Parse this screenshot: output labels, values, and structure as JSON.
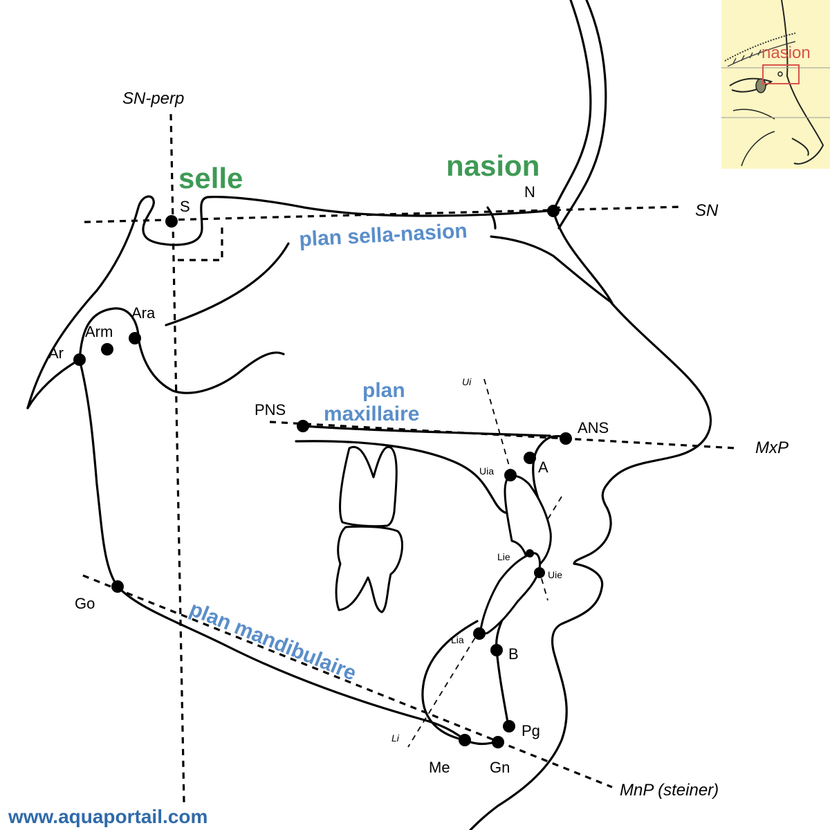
{
  "headings": {
    "selle": "selle",
    "nasion": "nasion"
  },
  "planes": {
    "sella_nasion": "plan sella-nasion",
    "maxillaire_line1": "plan",
    "maxillaire_line2": "maxillaire",
    "mandibulaire": "plan mandibulaire"
  },
  "reference_lines": {
    "sn_perp": "SN-perp",
    "sn": "SN",
    "mxp": "MxP",
    "mnp": "MnP (steiner)",
    "ui": "Ui",
    "li": "Li"
  },
  "landmarks": {
    "s": "S",
    "n": "N",
    "ar": "Ar",
    "arm": "Arm",
    "ara": "Ara",
    "pns": "PNS",
    "ans": "ANS",
    "a": "A",
    "uia": "Uia",
    "lie": "Lie",
    "uie": "Uie",
    "lia": "Lia",
    "b": "B",
    "pg": "Pg",
    "me": "Me",
    "gn": "Gn",
    "go": "Go"
  },
  "inset": {
    "label": "nasion",
    "background": "#fbf6c3",
    "highlight_color": "#d8534b"
  },
  "watermark": "www.aquaportail.com",
  "colors": {
    "heading_green": "#3e9a55",
    "plane_blue": "#5a8ec9",
    "watermark_blue": "#2f6aa9"
  }
}
